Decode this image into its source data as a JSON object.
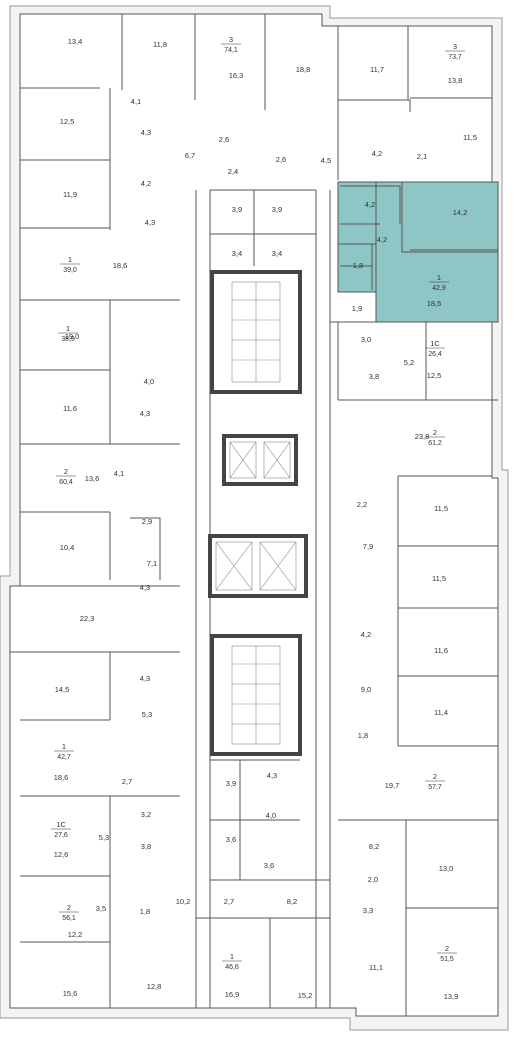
{
  "colors": {
    "highlight": "#8ec6c6",
    "wall": "#555555",
    "outer_fill": "#f3f3f3"
  },
  "apartments": [
    {
      "rooms": "3",
      "area": "74,1"
    },
    {
      "rooms": "3",
      "area": "73,7"
    },
    {
      "rooms": "1",
      "area": "39,0"
    },
    {
      "rooms": "1",
      "area": "42,9"
    },
    {
      "rooms": "1",
      "area": "38,9"
    },
    {
      "rooms": "1С",
      "area": "26,4"
    },
    {
      "rooms": "2",
      "area": "61,2"
    },
    {
      "rooms": "2",
      "area": "60,4"
    },
    {
      "rooms": "1",
      "area": "42,7"
    },
    {
      "rooms": "2",
      "area": "57,7"
    },
    {
      "rooms": "1С",
      "area": "27,6"
    },
    {
      "rooms": "2",
      "area": "56,1"
    },
    {
      "rooms": "2",
      "area": "51,5"
    },
    {
      "rooms": "1",
      "area": "46,6"
    }
  ],
  "rooms": [
    "13,4",
    "11,8",
    "16,3",
    "18,8",
    "11,7",
    "13,8",
    "4,1",
    "12,5",
    "4,3",
    "2,6",
    "2,6",
    "4,5",
    "4,2",
    "11,5",
    "6,7",
    "2,4",
    "2,1",
    "4,2",
    "11,9",
    "4,3",
    "3,9",
    "3,9",
    "4,2",
    "14,2",
    "3,4",
    "3,4",
    "4,2",
    "18,6",
    "1,8",
    "1,9",
    "18,5",
    "19,0",
    "3,0",
    "5,2",
    "4,0",
    "3,8",
    "12,5",
    "11,6",
    "4,3",
    "23,8",
    "4,1",
    "13,6",
    "2,2",
    "11,5",
    "2,9",
    "10,4",
    "7,9",
    "7,1",
    "11,5",
    "4,3",
    "22,3",
    "4,2",
    "11,6",
    "4,3",
    "9,0",
    "14,5",
    "5,3",
    "11,4",
    "1,8",
    "18,6",
    "2,7",
    "19,7",
    "3,9",
    "4,3",
    "3,2",
    "4,0",
    "5,3",
    "3,8",
    "12,6",
    "3,6",
    "3,6",
    "8,2",
    "2,0",
    "13,0",
    "3,5",
    "1,8",
    "10,2",
    "2,7",
    "8,2",
    "3,3",
    "12,2",
    "11,1",
    "15,6",
    "12,8",
    "16,9",
    "15,2",
    "13,9"
  ]
}
